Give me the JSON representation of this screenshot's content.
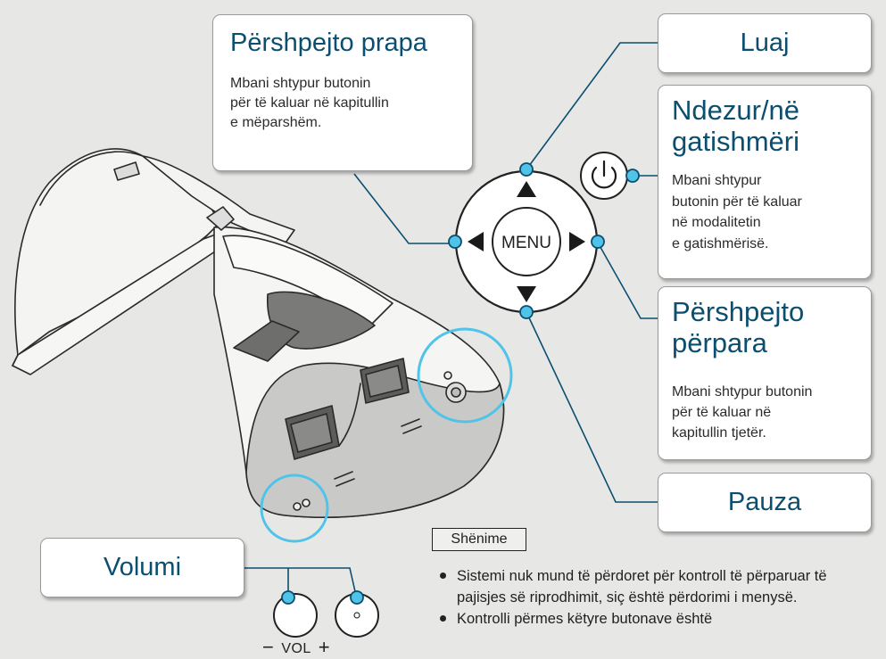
{
  "labels": {
    "rewind": {
      "title": "Përshpejto prapa",
      "desc": [
        "Mbani shtypur butonin",
        "për të kaluar në kapitullin",
        "e mëparshëm."
      ]
    },
    "play": {
      "title": "Luaj"
    },
    "power": {
      "title": [
        "Ndezur/në",
        "gatishmëri"
      ],
      "desc": [
        "Mbani shtypur",
        "butonin për të kaluar",
        "në modalitetin",
        "e gatishmërisë."
      ]
    },
    "forward": {
      "title": [
        "Përshpejto",
        "përpara"
      ],
      "desc": [
        "Mbani shtypur butonin",
        "për të kaluar në",
        "kapitullin tjetër."
      ]
    },
    "pause": {
      "title": "Pauza"
    },
    "volume": {
      "title": "Volumi"
    }
  },
  "controls": {
    "menu_label": "MENU",
    "vol_minus": "−",
    "vol_text": "VOL",
    "vol_plus": "+"
  },
  "notes": {
    "heading": "Shënime",
    "items": [
      "Sistemi nuk mund të përdoret për kontroll të përparuar të pajisjes së riprodhimit, siç është përdorimi i menysë.",
      "Kontrolli përmes këtyre butonave është"
    ]
  },
  "colors": {
    "accent_blue": "#4fc3e8",
    "leader_line": "#0b4e6f",
    "title_text": "#0b4e6f",
    "background": "#e7e7e6"
  },
  "icons": [
    "power-icon",
    "arrow-up-icon",
    "arrow-down-icon",
    "arrow-left-icon",
    "arrow-right-icon"
  ]
}
